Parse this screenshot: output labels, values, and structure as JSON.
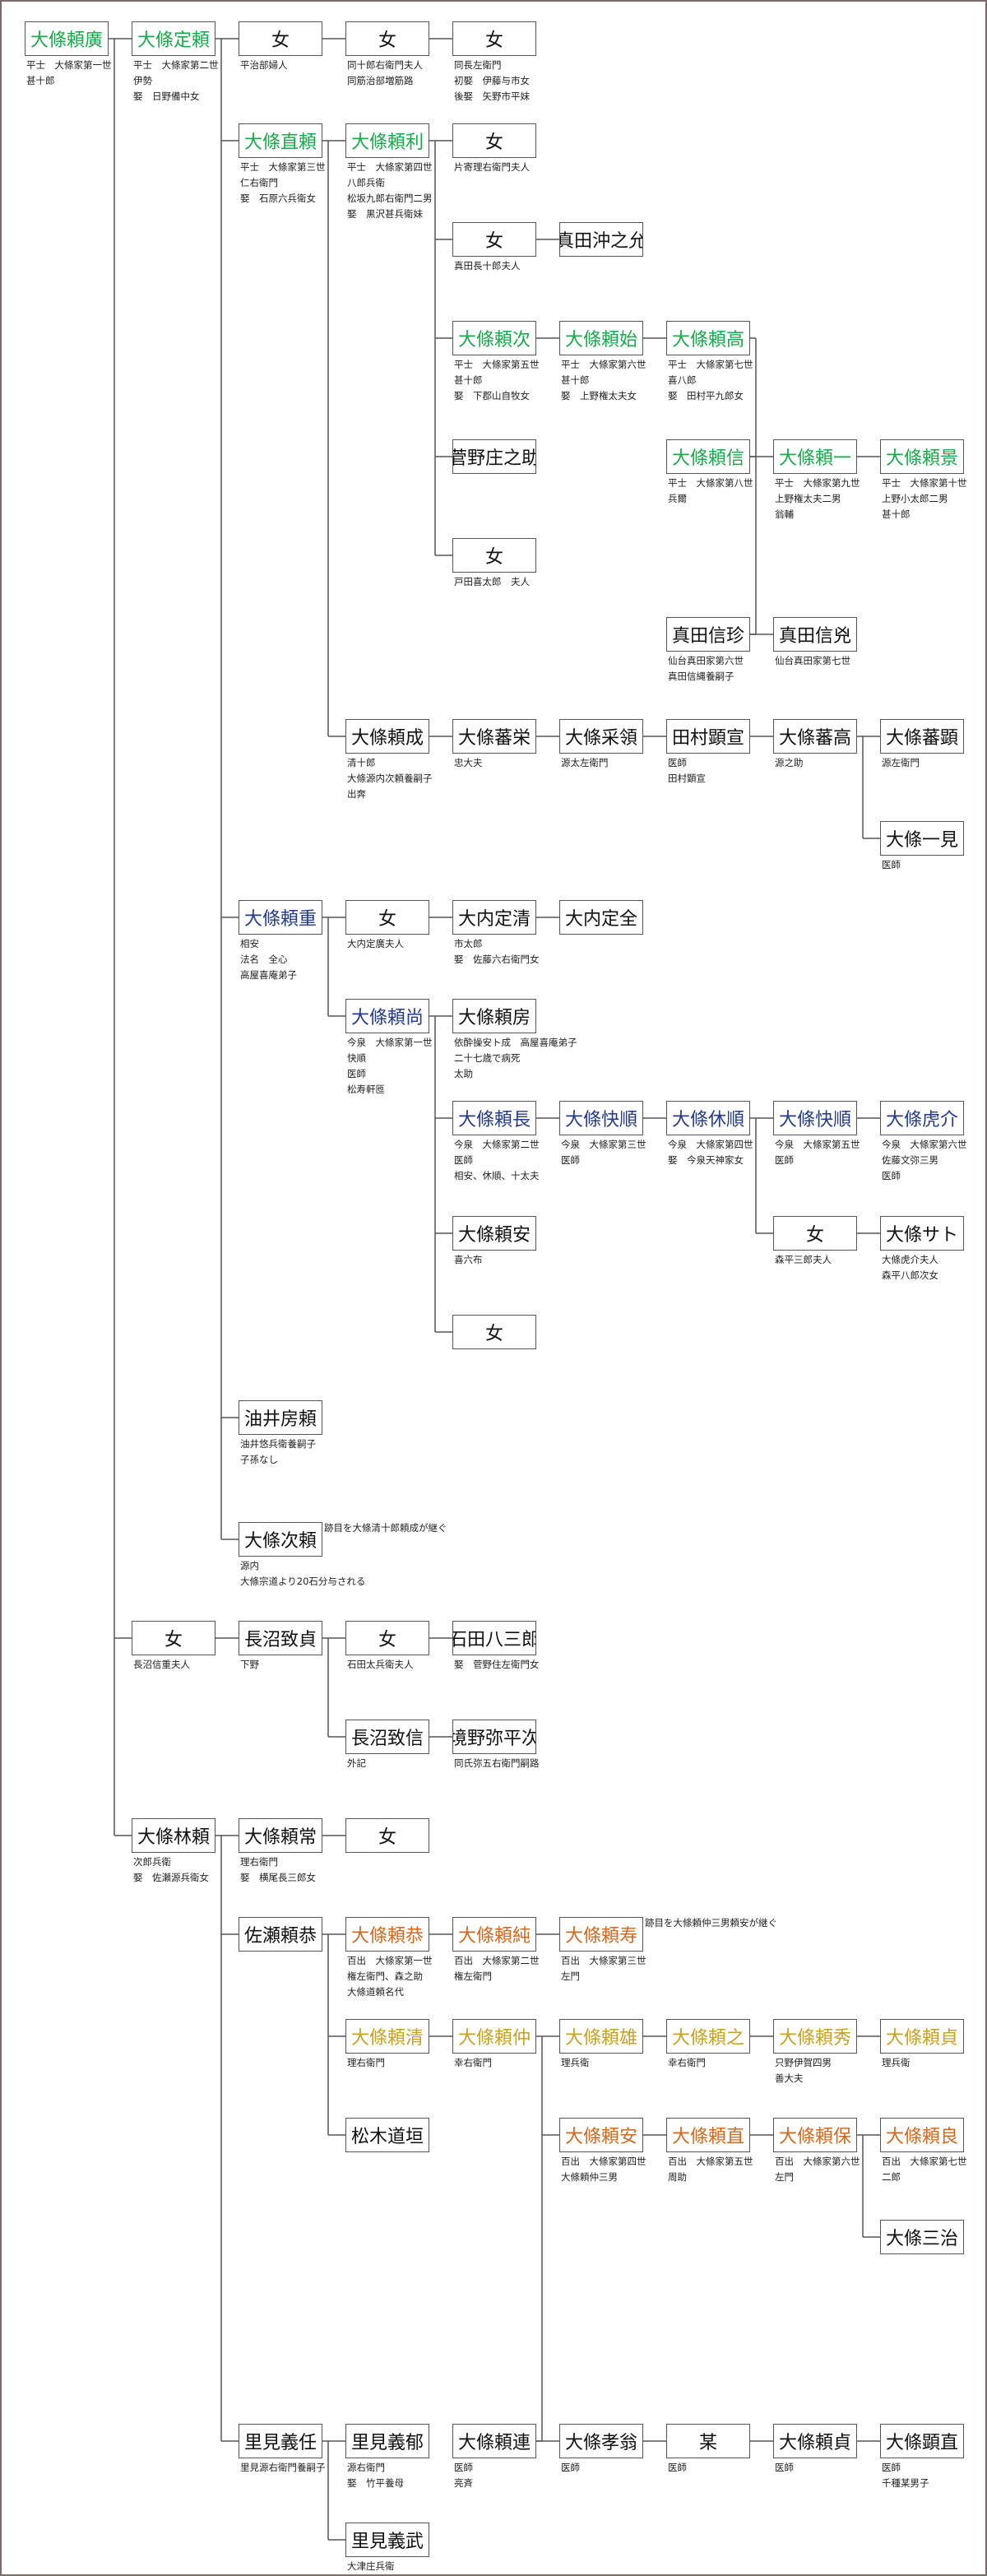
{
  "tree": {
    "nodes": [
      {
        "id": "yorihiro",
        "name": "大條頼廣",
        "color": "green",
        "notes": [
          "平士　大條家第一世",
          "甚十郎"
        ]
      },
      {
        "id": "yorisada",
        "name": "大條定頼",
        "color": "green",
        "notes": [
          "平士　大條家第二世",
          "伊勢",
          "娶　日野備中女"
        ]
      },
      {
        "id": "r1c2",
        "name": "女",
        "notes": [
          "平治部婦人"
        ]
      },
      {
        "id": "r1c3",
        "name": "女",
        "notes": [
          "同十郎右衛門夫人",
          "同筋治部増筋路"
        ]
      },
      {
        "id": "r1c4",
        "name": "女",
        "notes": [
          "同長左衛門",
          "初娶　伊藤与市女",
          "後娶　矢野市平妹"
        ]
      },
      {
        "id": "yorinao",
        "name": "大條直頼",
        "color": "green",
        "notes": [
          "平士　大條家第三世",
          "仁右衛門",
          "娶　石原六兵衛女"
        ]
      },
      {
        "id": "yoritoshi",
        "name": "大條頼利",
        "color": "green",
        "notes": [
          "平士　大條家第四世",
          "八郎兵衛",
          "松坂九郎右衛門二男",
          "娶　黒沢甚兵衛妹"
        ]
      },
      {
        "id": "r2c4",
        "name": "女",
        "notes": [
          "片寄理右衛門夫人"
        ]
      },
      {
        "id": "r3c4",
        "name": "女",
        "notes": [
          "真田長十郎夫人"
        ]
      },
      {
        "id": "sanada_oki",
        "name": "真田沖之允"
      },
      {
        "id": "yoritsugu",
        "name": "大條頼次",
        "color": "green",
        "notes": [
          "平士　大條家第五世",
          "甚十郎",
          "娶　下郡山自牧女"
        ]
      },
      {
        "id": "yorimoto",
        "name": "大條頼始",
        "color": "green",
        "notes": [
          "平士　大條家第六世",
          "甚十郎",
          "娶　上野権太夫女"
        ]
      },
      {
        "id": "yoritaka",
        "name": "大條頼高",
        "color": "green",
        "notes": [
          "平士　大條家第七世",
          "喜八郎",
          "娶　田村平九郎女"
        ]
      },
      {
        "id": "sugano",
        "name": "菅野庄之助"
      },
      {
        "id": "yorinobu",
        "name": "大條頼信",
        "color": "green",
        "notes": [
          "平士　大條家第八世",
          "兵爾"
        ]
      },
      {
        "id": "yoriichi",
        "name": "大條頼一",
        "color": "green",
        "notes": [
          "平士　大條家第九世",
          "上野権太夫二男",
          "翁輔"
        ]
      },
      {
        "id": "yorikage",
        "name": "大條頼景",
        "color": "green",
        "notes": [
          "平士　大條家第十世",
          "上野小太郎二男",
          "甚十郎"
        ]
      },
      {
        "id": "r5c4",
        "name": "女",
        "notes": [
          "戸田喜太郎　夫人"
        ]
      },
      {
        "id": "sanada_nobutaka",
        "name": "真田信珍",
        "notes": [
          "仙台真田家第六世",
          "真田信縄養嗣子"
        ]
      },
      {
        "id": "sanada_nobuyoshi",
        "name": "真田信兇",
        "notes": [
          "仙台真田家第七世"
        ]
      },
      {
        "id": "yorinari",
        "name": "大條頼成",
        "notes": [
          "清十郎",
          "大條源内次頼養嗣子",
          "出奔"
        ]
      },
      {
        "id": "banei",
        "name": "大條蕃栄",
        "notes": [
          "忠大夫"
        ]
      },
      {
        "id": "sairyo",
        "name": "大條采領",
        "notes": [
          "源太左衛門"
        ]
      },
      {
        "id": "tamura",
        "name": "田村顕宣",
        "notes": [
          "医師",
          "田村顕宣"
        ]
      },
      {
        "id": "bankou",
        "name": "大條蕃高",
        "notes": [
          "源之助"
        ]
      },
      {
        "id": "banken",
        "name": "大條蕃顕",
        "notes": [
          "源左衛門"
        ]
      },
      {
        "id": "ikken",
        "name": "大條一見",
        "notes": [
          "医師"
        ]
      },
      {
        "id": "yorishige",
        "name": "大條頼重",
        "color": "navy",
        "notes": [
          "相安",
          "法名　全心",
          "高屋喜庵弟子"
        ]
      },
      {
        "id": "r9c3",
        "name": "女",
        "notes": [
          "大内定廣夫人"
        ]
      },
      {
        "id": "sadakiyo",
        "name": "大内定清",
        "notes": [
          "市太郎",
          "娶　佐藤六右衛門女"
        ]
      },
      {
        "id": "sadamasa",
        "name": "大内定全"
      },
      {
        "id": "yorihisa",
        "name": "大條頼尚",
        "color": "navy",
        "notes": [
          "今泉　大條家第一世",
          "快順",
          "医師",
          "松寿軒匜"
        ]
      },
      {
        "id": "yorifusa",
        "name": "大條頼房",
        "notes": [
          "依酔操安ト成　高屋喜庵弟子",
          "二十七歳で病死",
          "太助"
        ]
      },
      {
        "id": "yorinaga",
        "name": "大條頼長",
        "color": "navy",
        "notes": [
          "今泉　大條家第二世",
          "医師",
          "相安、休順、十太夫"
        ]
      },
      {
        "id": "kaijun",
        "name": "大條快順",
        "color": "navy",
        "notes": [
          "今泉　大條家第三世",
          "医師"
        ]
      },
      {
        "id": "kyujun",
        "name": "大條休順",
        "color": "navy",
        "notes": [
          "今泉　大條家第四世",
          "娶　今泉天神家女"
        ]
      },
      {
        "id": "kaijun2",
        "name": "大條快順",
        "color": "navy",
        "notes": [
          "今泉　大條家第五世",
          "医師"
        ]
      },
      {
        "id": "torasuke",
        "name": "大條虎介",
        "color": "navy",
        "notes": [
          "今泉　大條家第六世",
          "佐藤文弥三男",
          "医師"
        ]
      },
      {
        "id": "yoriyasu",
        "name": "大條頼安",
        "notes": [
          "喜六布"
        ]
      },
      {
        "id": "r13c6",
        "name": "女",
        "notes": [
          "森平三郎夫人"
        ]
      },
      {
        "id": "sato",
        "name": "大條サト",
        "notes": [
          "大條虎介夫人",
          "森平八郎次女"
        ]
      },
      {
        "id": "r14c4",
        "name": "女"
      },
      {
        "id": "yui",
        "name": "油井房頼",
        "notes": [
          "油井悠兵衛養嗣子",
          "子孫なし"
        ]
      },
      {
        "id": "jirai",
        "name": "大條次頼",
        "notes": [
          "源内",
          "大條宗道より20石分与される"
        ],
        "aside": "跡目を大條清十郎頼成が継ぐ"
      },
      {
        "id": "r17c1",
        "name": "女",
        "notes": [
          "長沼信重夫人"
        ]
      },
      {
        "id": "naganuma",
        "name": "長沼致貞",
        "notes": [
          "下野"
        ]
      },
      {
        "id": "r17c3",
        "name": "女",
        "notes": [
          "石田太兵衛夫人"
        ]
      },
      {
        "id": "ishida",
        "name": "石田八三郎",
        "notes": [
          "娶　菅野住左衛門女"
        ]
      },
      {
        "id": "naganuma2",
        "name": "長沼致信",
        "notes": [
          "外記"
        ]
      },
      {
        "id": "sakaino",
        "name": "境野弥平次",
        "notes": [
          "同氏弥五右衛門嗣路"
        ]
      },
      {
        "id": "rinrai",
        "name": "大條林頼",
        "notes": [
          "次郎兵衛",
          "娶　佐瀬源兵衛女"
        ]
      },
      {
        "id": "yoritsune",
        "name": "大條頼常",
        "notes": [
          "理右衛門",
          "娶　横尾長三郎女"
        ]
      },
      {
        "id": "r19c3",
        "name": "女"
      },
      {
        "id": "sase",
        "name": "佐瀬頼恭"
      },
      {
        "id": "yoriyasu2",
        "name": "大條頼恭",
        "color": "orange",
        "notes": [
          "百出　大條家第一世",
          "権左衛門、森之助",
          "大條道頼名代"
        ]
      },
      {
        "id": "yorizumi",
        "name": "大條頼純",
        "color": "orange",
        "notes": [
          "百出　大條家第二世",
          "権左衛門"
        ]
      },
      {
        "id": "yorihisa2",
        "name": "大條頼寿",
        "color": "orange",
        "notes": [
          "百出　大條家第三世",
          "左門"
        ],
        "aside": "跡目を大條頼仲三男頼安が継ぐ"
      },
      {
        "id": "yorikiyo",
        "name": "大條頼清",
        "color": "gold",
        "notes": [
          "理右衛門"
        ]
      },
      {
        "id": "yorinaka",
        "name": "大條頼仲",
        "color": "gold",
        "notes": [
          "幸右衛門"
        ]
      },
      {
        "id": "yorio",
        "name": "大條頼雄",
        "color": "gold",
        "notes": [
          "理兵衛"
        ]
      },
      {
        "id": "yorino",
        "name": "大條頼之",
        "color": "gold",
        "notes": [
          "幸右衛門"
        ]
      },
      {
        "id": "yorihide",
        "name": "大條頼秀",
        "color": "gold",
        "notes": [
          "只野伊賀四男",
          "善大夫"
        ]
      },
      {
        "id": "yorisada2",
        "name": "大條頼貞",
        "color": "gold",
        "notes": [
          "理兵衛"
        ]
      },
      {
        "id": "matsuki",
        "name": "松木道垣"
      },
      {
        "id": "yoriyasu3",
        "name": "大條頼安",
        "color": "orange",
        "notes": [
          "百出　大條家第四世",
          "大條頼仲三男"
        ]
      },
      {
        "id": "yorinao2",
        "name": "大條頼直",
        "color": "orange",
        "notes": [
          "百出　大條家第五世",
          "周助"
        ]
      },
      {
        "id": "yoriyasu4",
        "name": "大條頼保",
        "color": "orange",
        "notes": [
          "百出　大條家第六世",
          "左門"
        ]
      },
      {
        "id": "yoriyoshi",
        "name": "大條頼良",
        "color": "orange",
        "notes": [
          "百出　大條家第七世",
          "二郎"
        ]
      },
      {
        "id": "sanji",
        "name": "大條三治"
      },
      {
        "id": "satomi",
        "name": "里見義任",
        "notes": [
          "里見源右衛門養嗣子"
        ]
      },
      {
        "id": "satomi2",
        "name": "里見義郁",
        "notes": [
          "源右衛門",
          "娶　竹平養母"
        ]
      },
      {
        "id": "yoritsura",
        "name": "大條頼連",
        "notes": [
          "医師",
          "亮斉"
        ]
      },
      {
        "id": "kouou",
        "name": "大條孝翁",
        "notes": [
          "医師"
        ]
      },
      {
        "id": "bou",
        "name": "某",
        "notes": [
          "医師"
        ]
      },
      {
        "id": "yorisada3",
        "name": "大條頼貞",
        "notes": [
          "医師"
        ]
      },
      {
        "id": "kennao",
        "name": "大條顕直",
        "notes": [
          "医師",
          "千種某男子"
        ]
      },
      {
        "id": "satomi3",
        "name": "里見義武",
        "notes": [
          "大津庄兵衛"
        ]
      }
    ]
  },
  "colors": {
    "green": "#1aa84a",
    "navy": "#243a8c",
    "orange": "#d2691e",
    "gold": "#c8a022",
    "line": "#555555",
    "border": "#7a6a6a"
  }
}
